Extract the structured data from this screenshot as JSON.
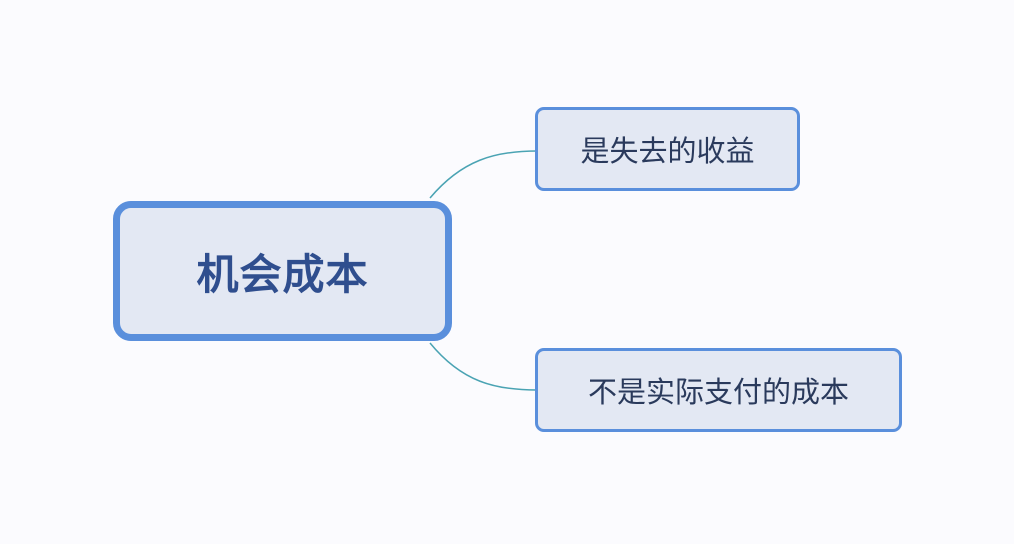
{
  "mindmap": {
    "root": {
      "label": "机会成本"
    },
    "branches": [
      {
        "label": "是失去的收益"
      },
      {
        "label": "不是实际支付的成本"
      }
    ]
  },
  "colors": {
    "background": "#fbfbfe",
    "node_fill": "#e3e8f3",
    "node_border": "#5a8fdc",
    "root_text": "#2f4e8e",
    "child_text": "#2a3a5c",
    "connector": "#4aa3b3"
  }
}
